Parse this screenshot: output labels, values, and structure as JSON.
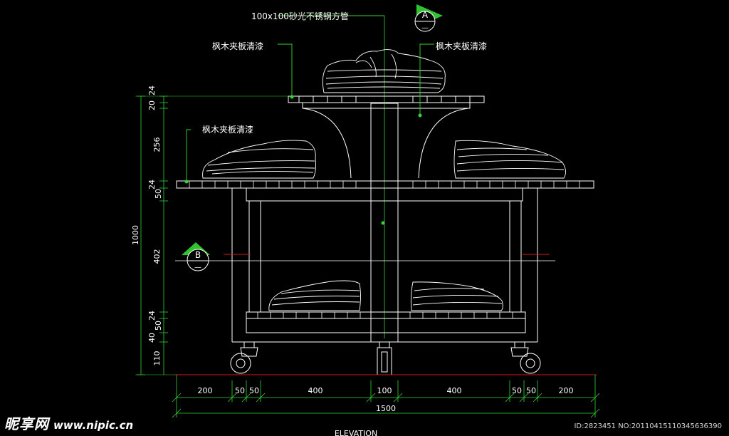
{
  "labels": {
    "pipe_note": "100x100砂光不锈钢方管",
    "note_top_left": "枫木夹板清漆",
    "note_top_right": "枫木夹板清漆",
    "note_mid_left": "枫木夹板清漆",
    "title": "ELEVATION"
  },
  "markers": {
    "a": {
      "letter": "A",
      "sub": "—"
    },
    "b": {
      "letter": "B",
      "sub": "—"
    }
  },
  "left_dims": [
    "24",
    "20",
    "256",
    "24",
    "50",
    "402",
    "24",
    "50",
    "40",
    "110"
  ],
  "overall_height": "1000",
  "bottom_dims": [
    "200",
    "50",
    "50",
    "400",
    "100",
    "400",
    "50",
    "50",
    "200"
  ],
  "overall_width": "1500",
  "watermark": {
    "brand": "昵享网",
    "url": "www.nipic.cn",
    "id": "ID:2823451 NO:20110415110345636390"
  },
  "colors": {
    "line_green": "#33d433",
    "line_white": "#ffffff",
    "marker_green": "#2fc42f",
    "center_red": "#d11a1a",
    "background": "#000000"
  }
}
